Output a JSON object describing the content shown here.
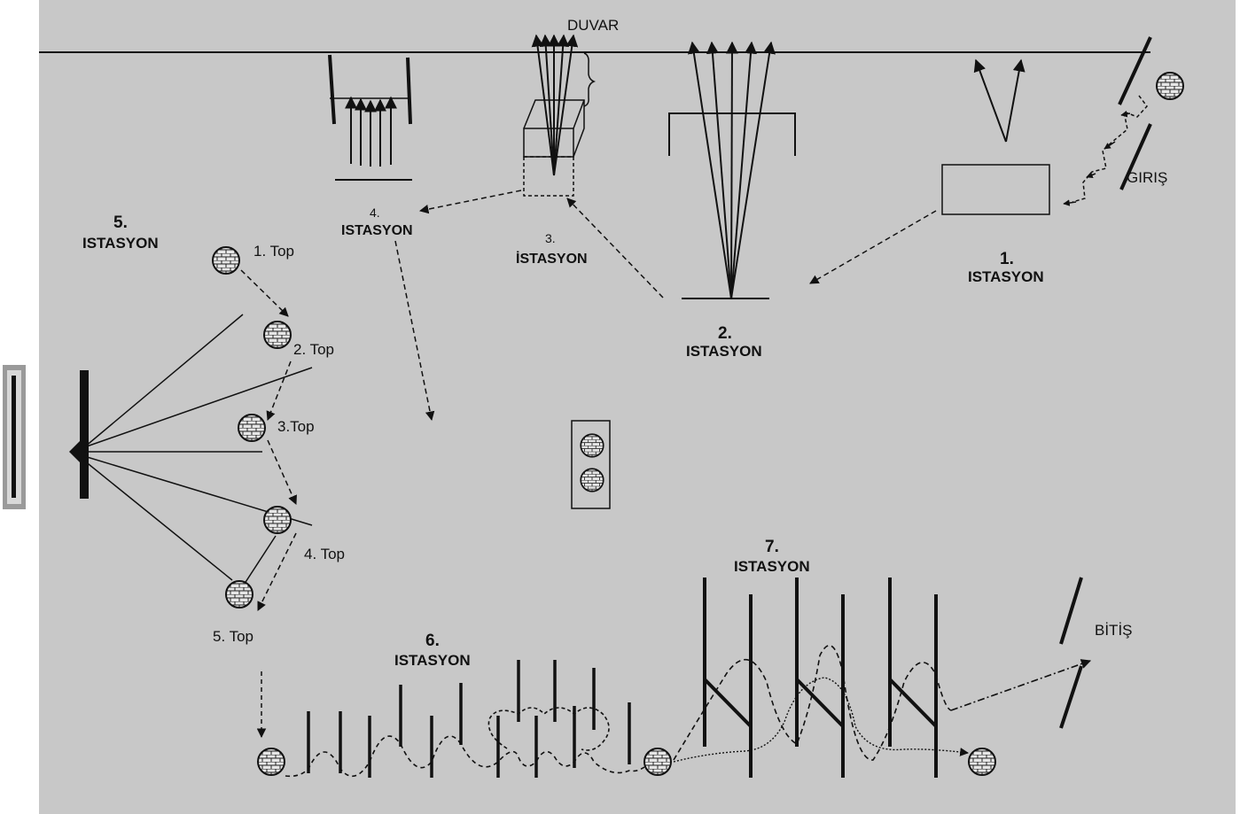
{
  "wall_label": "DUVAR",
  "entry_label": "GIRIŞ",
  "exit_label": "BİTİŞ",
  "stations": {
    "s1": {
      "num": "1.",
      "name": "ISTASYON"
    },
    "s2": {
      "num": "2.",
      "name": "ISTASYON"
    },
    "s3": {
      "num": "3.",
      "name": "İSTASYON"
    },
    "s4": {
      "num": "4.",
      "name": "ISTASYON"
    },
    "s5": {
      "num": "5.",
      "name": "ISTASYON"
    },
    "s6": {
      "num": "6.",
      "name": "ISTASYON"
    },
    "s7": {
      "num": "7.",
      "name": "ISTASYON"
    }
  },
  "balls": {
    "b1": "1. Top",
    "b2": "2. Top",
    "b3": "3.Top",
    "b4": "4. Top",
    "b5": "5. Top"
  },
  "colors": {
    "background": "#c8c8c8",
    "ink": "#111111",
    "ball_fill": "#e6e6e6"
  }
}
